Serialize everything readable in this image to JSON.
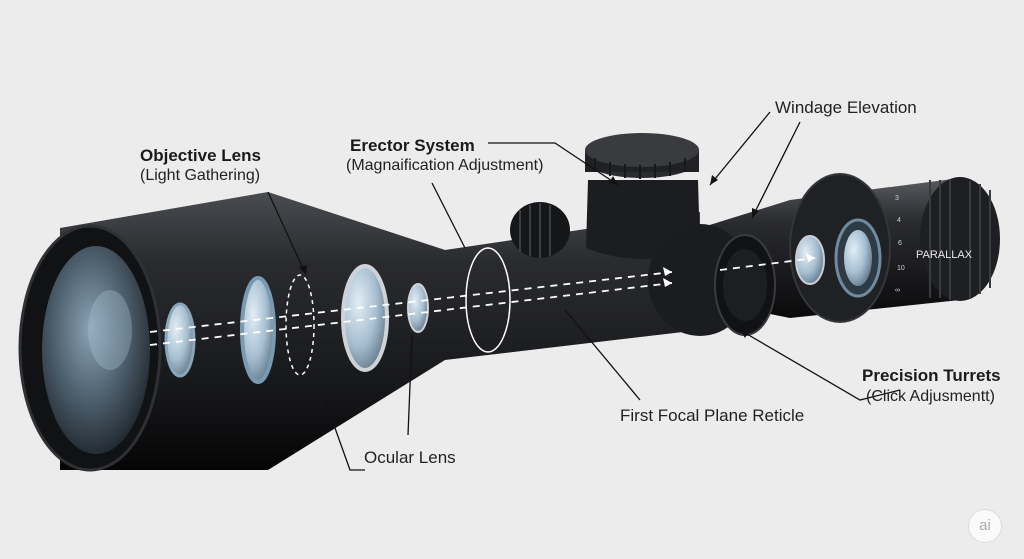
{
  "labels": {
    "objective_title": "Objective Lens",
    "objective_sub": "(Light Gathering)",
    "erector_title": "Erector System",
    "erector_sub": "(Magnaification Adjustment)",
    "windage": "Windage Elevation",
    "precision_title": "Precision Turrets",
    "precision_sub": "(Click Adjusmentt)",
    "reticle": "First Focal Plane Reticle",
    "ocular": "Ocular Lens",
    "parallax": "PARALLAX"
  },
  "watermark": "ai",
  "colors": {
    "background": "#ececec",
    "body": "#1c1d20",
    "lens": "#9fb8cc",
    "lens_highlight": "#d7e6f2",
    "ring": "#cfd3d7",
    "light_path": "#ffffff",
    "leader": "#111111"
  }
}
